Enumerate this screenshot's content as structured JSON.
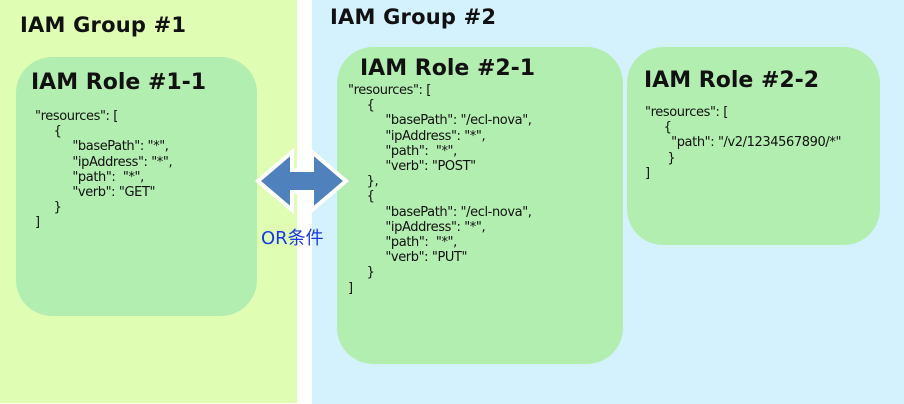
{
  "groups": [
    {
      "title": "IAM Group #1",
      "roles": [
        {
          "title": "IAM Role #1-1",
          "code": "\"resources\": [\n     {\n          \"basePath\": \"*\",\n          \"ipAddress\": \"*\",\n          \"path\":  \"*\",\n          \"verb\": \"GET\"\n     }\n]"
        }
      ]
    },
    {
      "title": "IAM Group #2",
      "roles": [
        {
          "title": "IAM Role #2-1",
          "code": "\"resources\": [\n     {\n          \"basePath\": \"/ecl-nova\",\n          \"ipAddress\": \"*\",\n          \"path\":  \"*\",\n          \"verb\": \"POST\"\n     },\n     {\n          \"basePath\": \"/ecl-nova\",\n          \"ipAddress\": \"*\",\n          \"path\":  \"*\",\n          \"verb\": \"PUT\"\n     }\n]"
        },
        {
          "title": "IAM Role #2-2",
          "code": "\"resources\": [\n     {\n       \"path\": \"/v2/1234567890/*\"\n      }\n]"
        }
      ]
    }
  ],
  "connector": {
    "label": "OR条件",
    "icon": "double-arrow-icon",
    "arrow_color": "#4f81bd",
    "label_color": "#1a38e8"
  },
  "colors": {
    "group1_bg": "#dffdb3",
    "group2_bg": "#d4f2fd",
    "role_bg": "#b2eeb0"
  }
}
